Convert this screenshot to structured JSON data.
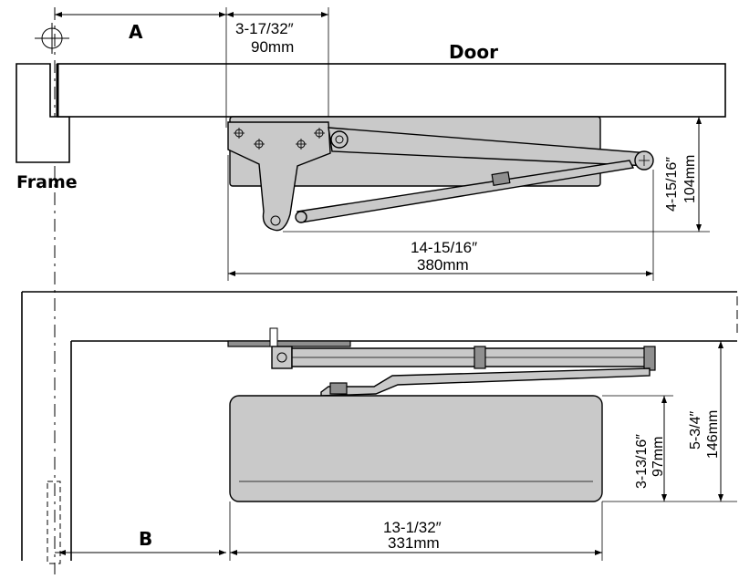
{
  "labels": {
    "section_a": "A",
    "section_b": "B",
    "door": "Door",
    "frame": "Frame"
  },
  "dimensions": {
    "a_offset_in": "3-17/32″",
    "a_offset_mm": "90mm",
    "top_height_in": "4-15/16″",
    "top_height_mm": "104mm",
    "top_length_in": "14-15/16″",
    "top_length_mm": "380mm",
    "body_height_in": "3-13/16″",
    "body_height_mm": "97mm",
    "total_height_in": "5-3/4″",
    "total_height_mm": "146mm",
    "body_length_in": "13-1/32″",
    "body_length_mm": "331mm"
  },
  "colors": {
    "part_fill": "#c9c9c9",
    "part_dark": "#8f8f8f",
    "line": "#000000"
  }
}
